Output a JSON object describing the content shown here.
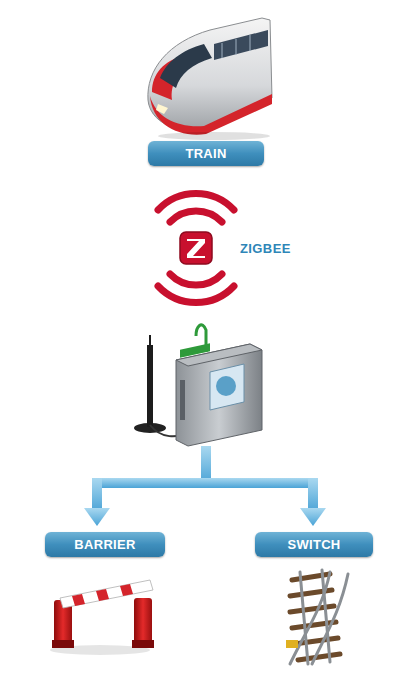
{
  "diagram": {
    "nodes": [
      {
        "text": [
          "TRAIN"
        ]
      },
      {
        "text": [
          "BARRIER"
        ]
      },
      {
        "text": [
          "SWITCH"
        ]
      }
    ],
    "labels": [
      "ZIGBEE"
    ]
  }
}
